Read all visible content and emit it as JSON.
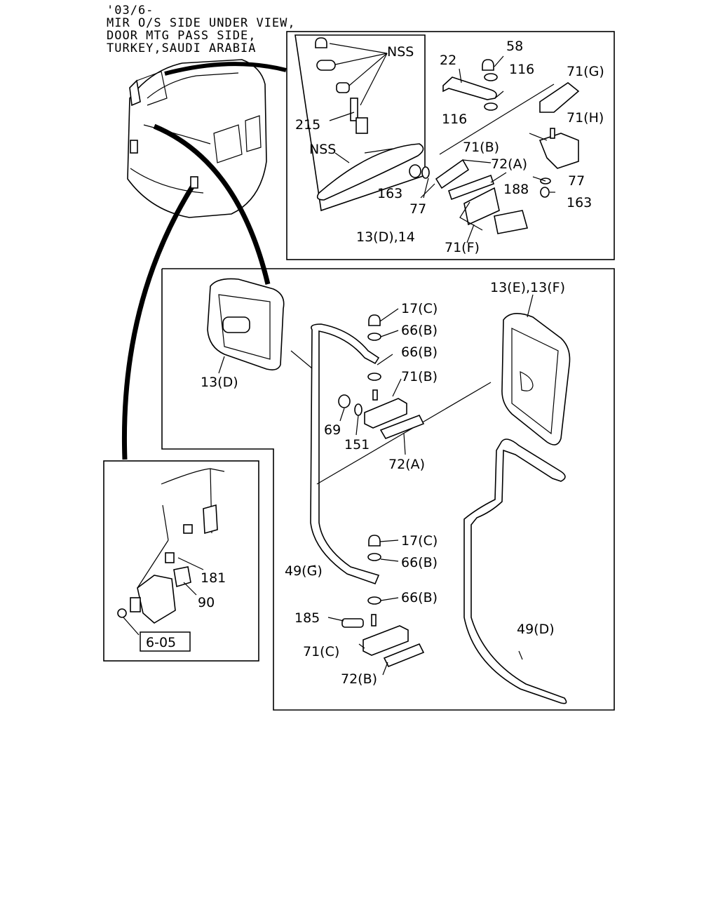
{
  "header": {
    "lines": [
      "'03/6-",
      "MIR O/S SIDE UNDER VIEW,",
      "DOOR MTG PASS SIDE,",
      "TURKEY,SAUDI ARABIA"
    ]
  },
  "callouts": {
    "nss_top": "NSS",
    "c215": "215",
    "nss_bar": "NSS",
    "c13d_14": "13(D),14",
    "c22": "22",
    "c58": "58",
    "c116a": "116",
    "c116b": "116",
    "c71g": "71(G)",
    "c71h": "71(H)",
    "c71b_top": "71(B)",
    "c72a_top": "72(A)",
    "c163a": "163",
    "c77a": "77",
    "c77b": "77",
    "c163b": "163",
    "c188": "188",
    "c71f": "71(F)",
    "c13d": "13(D)",
    "c17c_a": "17(C)",
    "c66b_a": "66(B)",
    "c66b_b": "66(B)",
    "c71b": "71(B)",
    "c69": "69",
    "c151": "151",
    "c72a": "72(A)",
    "c13ef": "13(E),13(F)",
    "c49g": "49(G)",
    "c17c_b": "17(C)",
    "c66b_c": "66(B)",
    "c66b_d": "66(B)",
    "c185": "185",
    "c71c": "71(C)",
    "c72b": "72(B)",
    "c49d": "49(D)",
    "c181": "181",
    "c90": "90",
    "ref605": "6-05"
  }
}
